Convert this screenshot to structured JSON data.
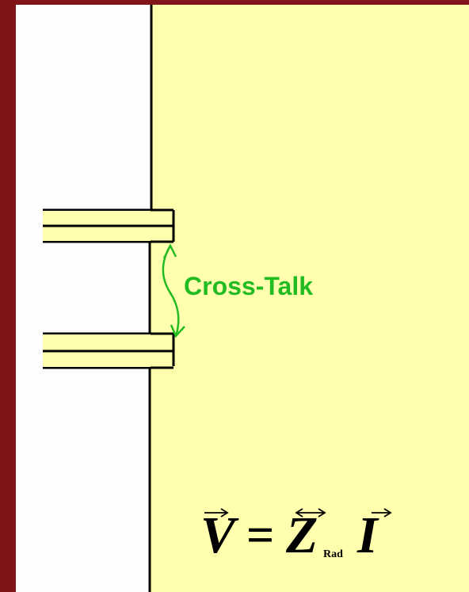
{
  "diagram": {
    "label": "Cross-Talk",
    "colors": {
      "frame": "#7f1419",
      "panel_left": "#fefefe",
      "panel_right": "#ffffae",
      "line": "#000000",
      "accent": "#22bb22"
    }
  },
  "equation": {
    "v": "V",
    "equals": "=",
    "z": "Z",
    "subscript": "Rad",
    "i": "I"
  }
}
